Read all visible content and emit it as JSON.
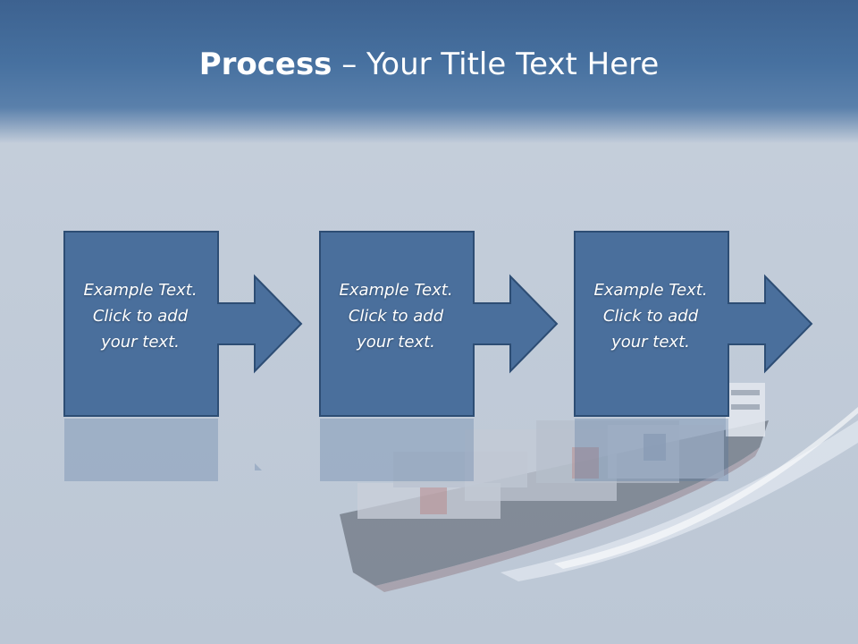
{
  "slide": {
    "title_bold": "Process",
    "title_rest": " – Your Title Text Here"
  },
  "steps": [
    {
      "label": "Example Text.\nClick  to add\nyour text."
    },
    {
      "label": "Example Text.\nClick  to add\nyour text."
    },
    {
      "label": "Example Text.\nClick  to add\nyour text."
    }
  ],
  "colors": {
    "box_fill": "#4a6f9c",
    "box_border": "#2d4d74",
    "title_band": "#4771a0"
  }
}
